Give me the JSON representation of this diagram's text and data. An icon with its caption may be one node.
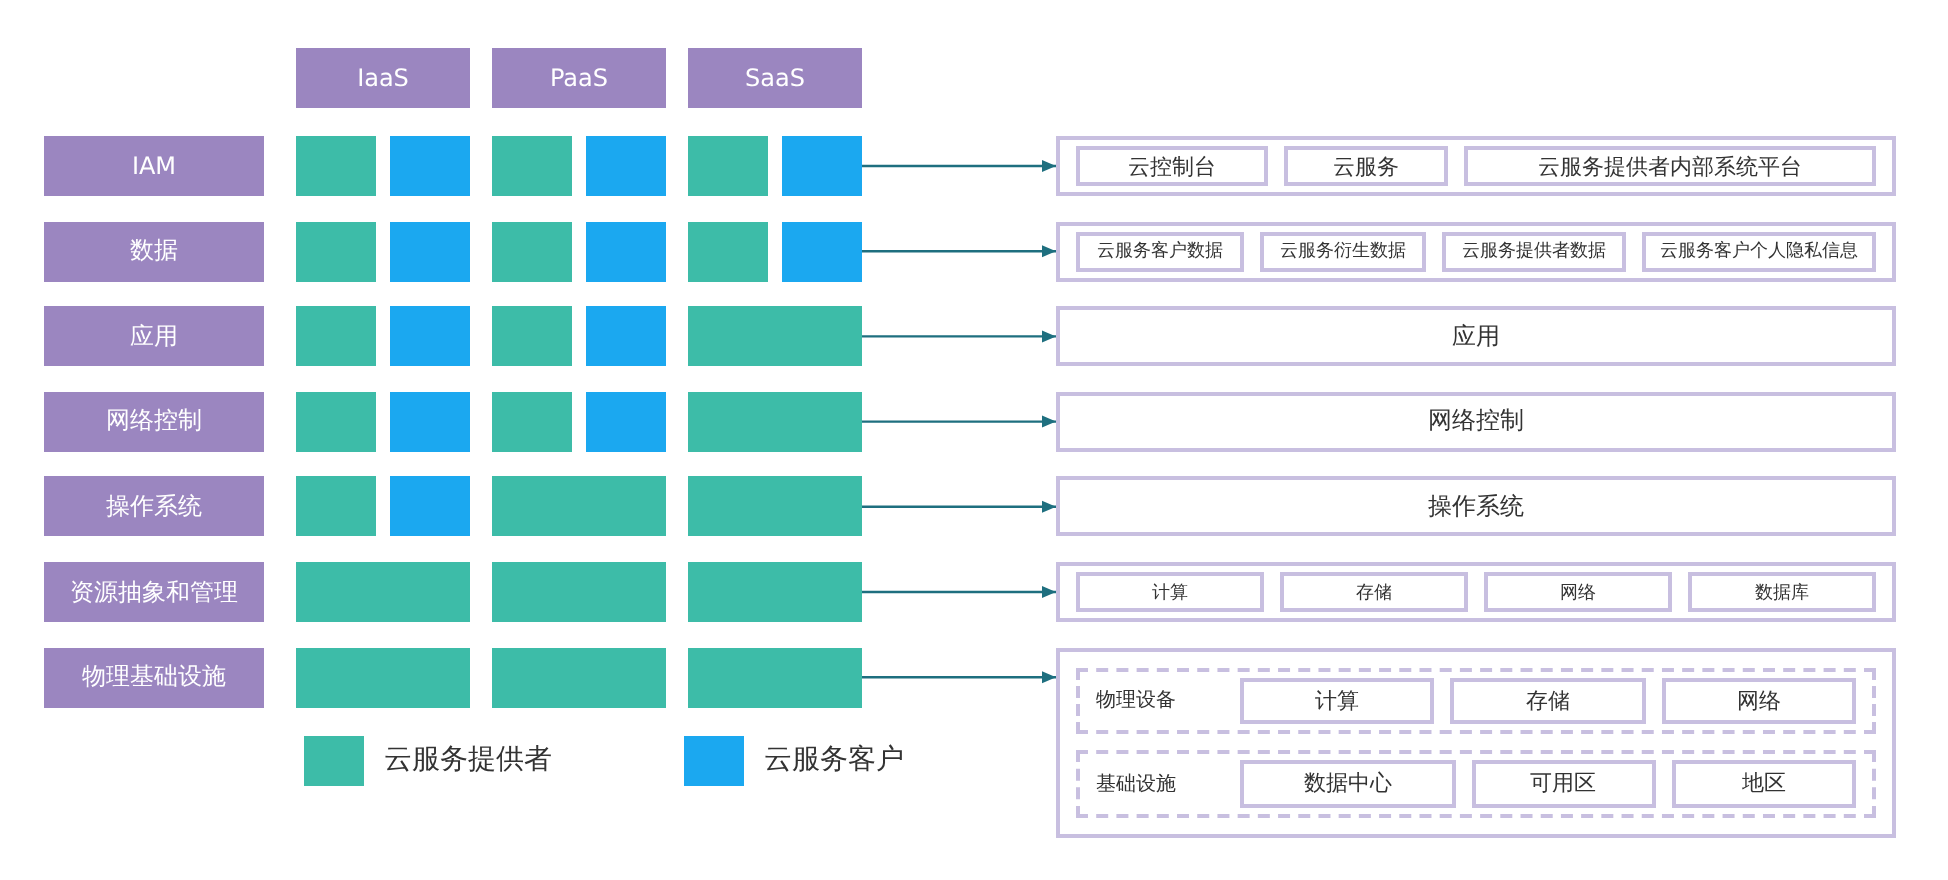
{
  "diagram": {
    "nodes": [
      {
        "text": [
          "IaaS"
        ]
      },
      {
        "text": [
          "PaaS"
        ]
      },
      {
        "text": [
          "SaaS"
        ]
      },
      {
        "text": [
          "IAM"
        ]
      },
      {
        "text": [],
        "shape": "box"
      },
      {
        "text": [],
        "shape": "box"
      },
      {
        "text": [],
        "shape": "box"
      },
      {
        "text": [],
        "shape": "box"
      },
      {
        "text": [],
        "shape": "box"
      },
      {
        "text": [],
        "shape": "box"
      },
      {
        "text": [],
        "shape": "box"
      },
      {
        "text": [
          "云控制台"
        ],
        "in": 10
      },
      {
        "text": [
          "云服务"
        ],
        "in": 10
      },
      {
        "text": [
          "云服务提供者内部系统平台"
        ],
        "in": 10
      },
      {
        "text": [
          "数据"
        ]
      },
      {
        "text": [],
        "shape": "box"
      },
      {
        "text": [],
        "shape": "box"
      },
      {
        "text": [],
        "shape": "box"
      },
      {
        "text": [],
        "shape": "box"
      },
      {
        "text": [],
        "shape": "box"
      },
      {
        "text": [],
        "shape": "box"
      },
      {
        "text": [],
        "shape": "box"
      },
      {
        "text": [
          "云服务客户数据"
        ],
        "in": 21
      },
      {
        "text": [
          "云服务衍生数据"
        ],
        "in": 21
      },
      {
        "text": [
          "云服务提供者数据"
        ],
        "in": 21
      },
      {
        "text": [
          "云服务客户个人隐私信息"
        ],
        "in": 21
      },
      {
        "text": [
          "应用"
        ]
      },
      {
        "text": [],
        "shape": "box"
      },
      {
        "text": [],
        "shape": "box"
      },
      {
        "text": [],
        "shape": "box"
      },
      {
        "text": [],
        "shape": "box"
      },
      {
        "text": [],
        "shape": "box"
      },
      {
        "text": [
          "应用"
        ]
      },
      {
        "text": [
          "网络控制"
        ]
      },
      {
        "text": [],
        "shape": "box"
      },
      {
        "text": [],
        "shape": "box"
      },
      {
        "text": [],
        "shape": "box"
      },
      {
        "text": [],
        "shape": "box"
      },
      {
        "text": [],
        "shape": "box"
      },
      {
        "text": [
          "网络控制"
        ]
      },
      {
        "text": [
          "操作系统"
        ]
      },
      {
        "text": [],
        "shape": "box"
      },
      {
        "text": [],
        "shape": "box"
      },
      {
        "text": [],
        "shape": "box"
      },
      {
        "text": [],
        "shape": "box"
      },
      {
        "text": [
          "操作系统"
        ]
      },
      {
        "text": [
          "资源抽象和管理"
        ]
      },
      {
        "text": [],
        "shape": "box"
      },
      {
        "text": [],
        "shape": "box"
      },
      {
        "text": [],
        "shape": "box"
      },
      {
        "text": [],
        "shape": "box"
      },
      {
        "text": [
          "计算"
        ],
        "in": 50
      },
      {
        "text": [
          "存储"
        ],
        "in": 50
      },
      {
        "text": [
          "网络"
        ],
        "in": 50
      },
      {
        "text": [
          "数据库"
        ],
        "in": 50
      },
      {
        "text": [
          "物理基础设施"
        ]
      },
      {
        "text": [],
        "shape": "box"
      },
      {
        "text": [],
        "shape": "box"
      },
      {
        "text": [],
        "shape": "box"
      },
      {
        "text": [],
        "shape": "box"
      },
      {
        "text": [
          "物理设备"
        ],
        "in": 59
      },
      {
        "text": [
          "计算"
        ],
        "in": 60
      },
      {
        "text": [
          "存储"
        ],
        "in": 60
      },
      {
        "text": [
          "网络"
        ],
        "in": 60
      },
      {
        "text": [
          "基础设施"
        ],
        "in": 59
      },
      {
        "text": [
          "数据中心"
        ],
        "in": 64
      },
      {
        "text": [
          "可用区"
        ],
        "in": 64
      },
      {
        "text": [
          "地区"
        ],
        "in": 64
      }
    ],
    "edges": [
      {
        "from": 9,
        "to": 10,
        "arrow": "to"
      },
      {
        "from": 20,
        "to": 21,
        "arrow": "to"
      },
      {
        "from": 31,
        "to": 32,
        "arrow": "to"
      },
      {
        "from": 38,
        "to": 39,
        "arrow": "to"
      },
      {
        "from": 44,
        "to": 45,
        "arrow": "to"
      },
      {
        "from": 49,
        "to": 50,
        "arrow": "to"
      },
      {
        "from": 58,
        "to": 59,
        "arrow": "to"
      }
    ],
    "legend": [
      {
        "text": "云服务提供者",
        "color": "#3dbca8"
      },
      {
        "text": "云服务客户",
        "color": "#1ba8f0"
      }
    ]
  }
}
